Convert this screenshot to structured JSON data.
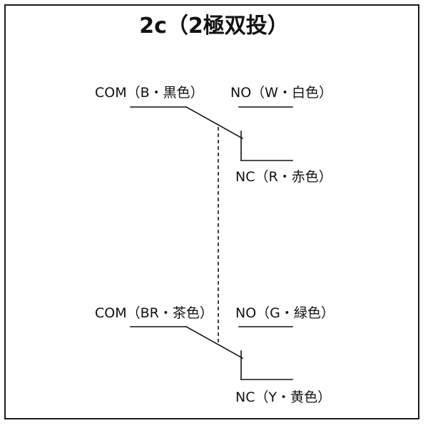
{
  "diagram": {
    "title": "2c（2極双投）",
    "poles": [
      {
        "com": "COM（B・黒色）",
        "no": "NO（W・白色）",
        "nc": "NC（R・赤色）"
      },
      {
        "com": "COM（BR・茶色）",
        "no": "NO（G・緑色）",
        "nc": "NC（Y・黄色）"
      }
    ]
  },
  "colors": {
    "line": "#111111",
    "frame": "#1a1a1a",
    "background": "#ffffff"
  }
}
